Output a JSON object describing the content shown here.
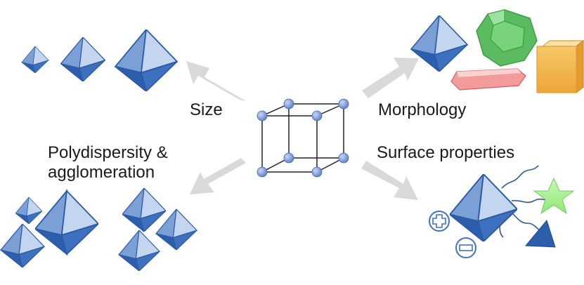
{
  "labels": {
    "size": "Size",
    "morphology": "Morphology",
    "polydispersity_line1": "Polydispersity &",
    "polydispersity_line2": "agglomeration",
    "surface": "Surface properties"
  },
  "colors": {
    "arrow": "#d9d9d9",
    "octa_light": "#bcd0ec",
    "octa_mid": "#6d95cf",
    "octa_dark": "#2c5aa6",
    "lattice_node": "#7f9fde",
    "lattice_edge": "#222222",
    "dodecahedron": "#67c56b",
    "rod": "#f08c8c",
    "cube": "#f2bb55",
    "star": "#9ff08a",
    "ion_outline": "#3f72c4"
  },
  "icons": {
    "center": "cubic-lattice-icon",
    "plus_ion": "plus-charge-icon",
    "minus_ion": "minus-charge-icon"
  }
}
